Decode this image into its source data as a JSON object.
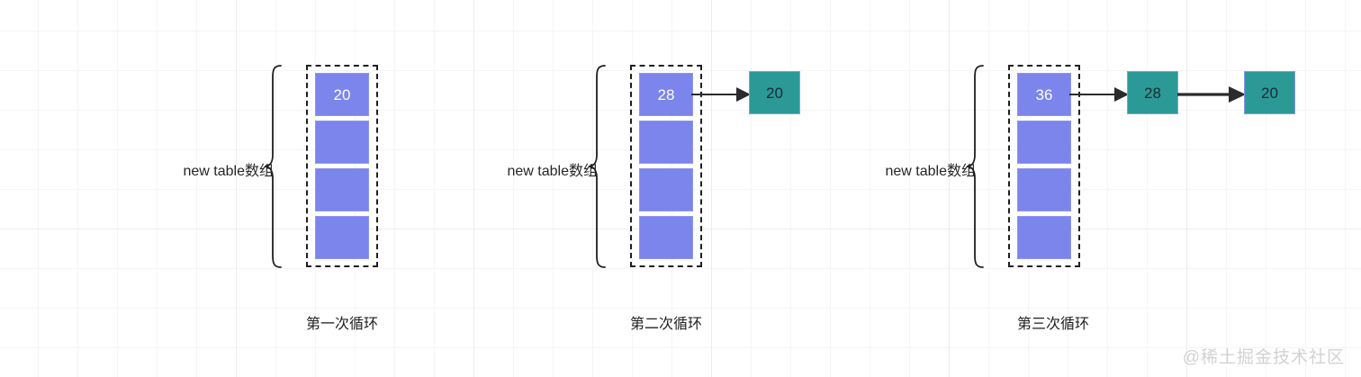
{
  "diagram": {
    "title": "HashMap resize rehash loop diagram",
    "watermark": "@稀土掘金技术社区",
    "colors": {
      "array_cell": "#7b85ec",
      "list_node": "#2b9a96",
      "stroke": "#1f1f1f",
      "grid_minor": "#f5f5f5",
      "grid_major": "#ededed",
      "watermark": "#d2d2d2"
    },
    "array_label": "new table数组",
    "groups": [
      {
        "id": "loop-1",
        "caption": "第一次循环",
        "array_label": "new table数组",
        "cells": [
          "20",
          "",
          "",
          ""
        ],
        "nodes": []
      },
      {
        "id": "loop-2",
        "caption": "第二次循环",
        "array_label": "new table数组",
        "cells": [
          "28",
          "",
          "",
          ""
        ],
        "nodes": [
          "20"
        ]
      },
      {
        "id": "loop-3",
        "caption": "第三次循环",
        "array_label": "new table数组",
        "cells": [
          "36",
          "",
          "",
          ""
        ],
        "nodes": [
          "28",
          "20"
        ]
      }
    ]
  }
}
